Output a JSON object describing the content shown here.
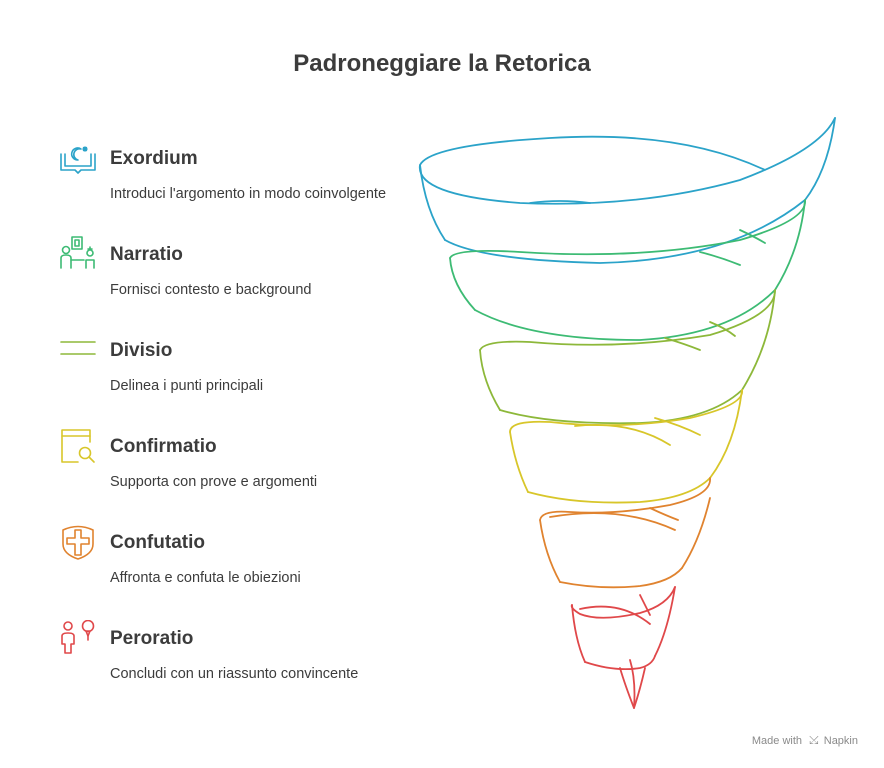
{
  "title": "Padroneggiare la Retorica",
  "steps": [
    {
      "name": "Exordium",
      "desc": "Introduci l'argomento in modo coinvolgente",
      "icon": "book-idea-icon",
      "color": "#2BA3C9"
    },
    {
      "name": "Narratio",
      "desc": "Fornisci contesto e background",
      "icon": "storyteller-icon",
      "color": "#3DBB74"
    },
    {
      "name": "Divisio",
      "desc": "Delinea i punti principali",
      "icon": "divider-lines-icon",
      "color": "#8DB83A"
    },
    {
      "name": "Confirmatio",
      "desc": "Supporta con prove e argomenti",
      "icon": "document-search-icon",
      "color": "#D8C62A"
    },
    {
      "name": "Confutatio",
      "desc": "Affronta e confuta le obiezioni",
      "icon": "shield-cross-icon",
      "color": "#E0832F"
    },
    {
      "name": "Peroratio",
      "desc": "Concludi con un riassunto convincente",
      "icon": "speaker-audience-icon",
      "color": "#E0484A"
    }
  ],
  "watermark": {
    "prefix": "Made with",
    "brand": "Napkin"
  }
}
